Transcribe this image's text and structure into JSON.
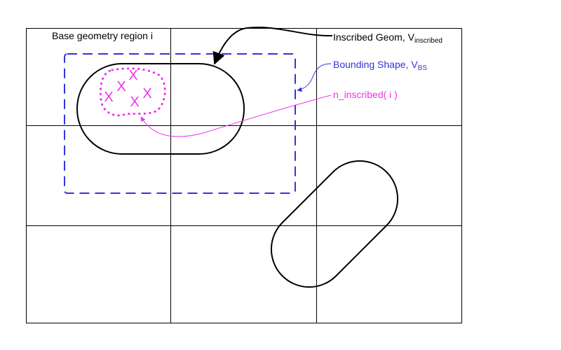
{
  "labels": {
    "region": "Base geometry region i",
    "inscribed_prefix": "Inscribed Geom, V",
    "inscribed_sub": "inscribed",
    "bounding_prefix": "Bounding Shape, V",
    "bounding_sub": "BS",
    "n_inscribed": "n_inscribed( i )"
  },
  "markers": [
    "X",
    "X",
    "X",
    "X",
    "X"
  ],
  "colors": {
    "grid": "#000000",
    "shape_outline": "#000000",
    "bounding_shape": "#3333dd",
    "n_inscribed": "#ee33ee"
  }
}
